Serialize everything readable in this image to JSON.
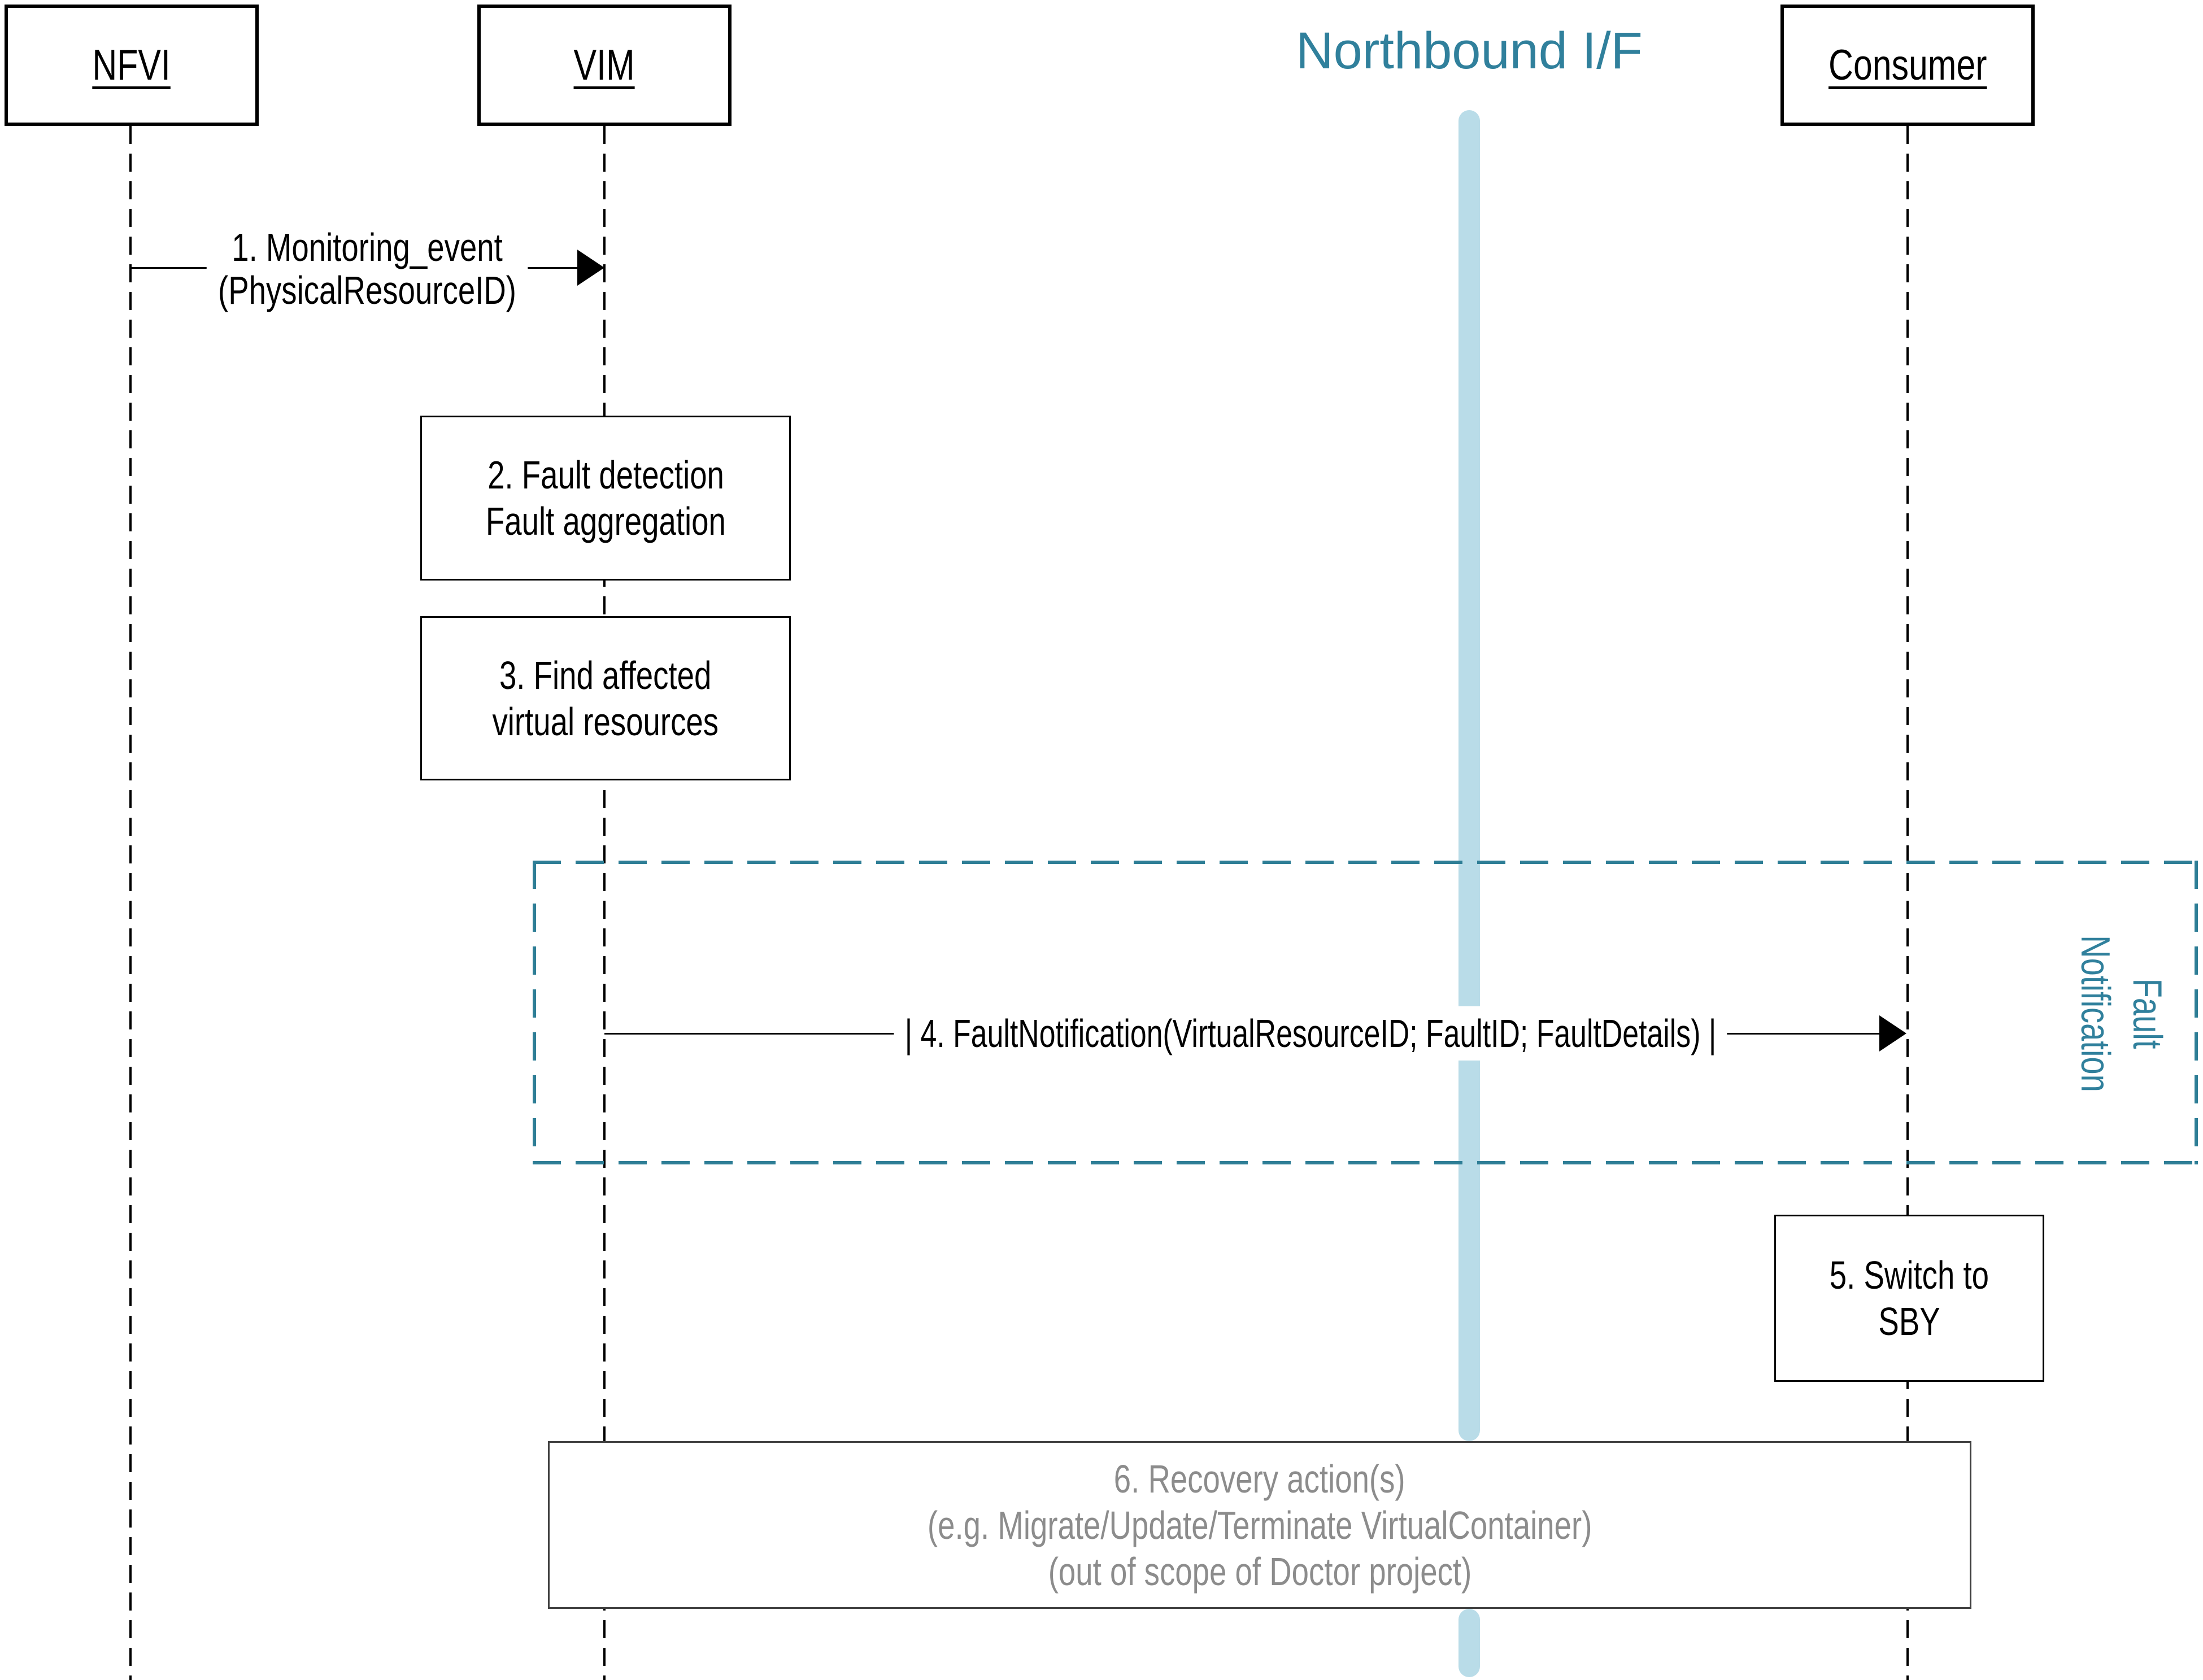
{
  "actors": {
    "nfvi": {
      "label": "NFVI"
    },
    "vim": {
      "label": "VIM"
    },
    "consumer": {
      "label": "Consumer"
    }
  },
  "interface_lane": {
    "title": "Northbound I/F"
  },
  "messages": {
    "monitoring_event": {
      "line1": "1. Monitoring_event",
      "line2": "(PhysicalResourceID)"
    },
    "fault_notification": {
      "label": "| 4. FaultNotification(VirtualResourceID; FaultID; FaultDetails) |"
    }
  },
  "activities": {
    "fault_detection": {
      "line1": "2. Fault detection",
      "line2": "Fault aggregation"
    },
    "find_affected": {
      "line1": "3. Find affected",
      "line2": "virtual resources"
    },
    "switch_to_sby": {
      "line1": "5. Switch to",
      "line2": "SBY"
    },
    "recovery_action": {
      "line1": "6. Recovery action(s)",
      "line2": "(e.g. Migrate/Update/Terminate VirtualContainer)",
      "line3": "(out of scope of Doctor project)"
    }
  },
  "fault_notification_group": {
    "line1": "Fault",
    "line2": "Notification"
  },
  "colors": {
    "teal": "#2E7E96",
    "teal_text": "#30809C",
    "light_blue_band": "#B9DCE8",
    "grey_text": "#8C8C8C",
    "black": "#000000"
  }
}
